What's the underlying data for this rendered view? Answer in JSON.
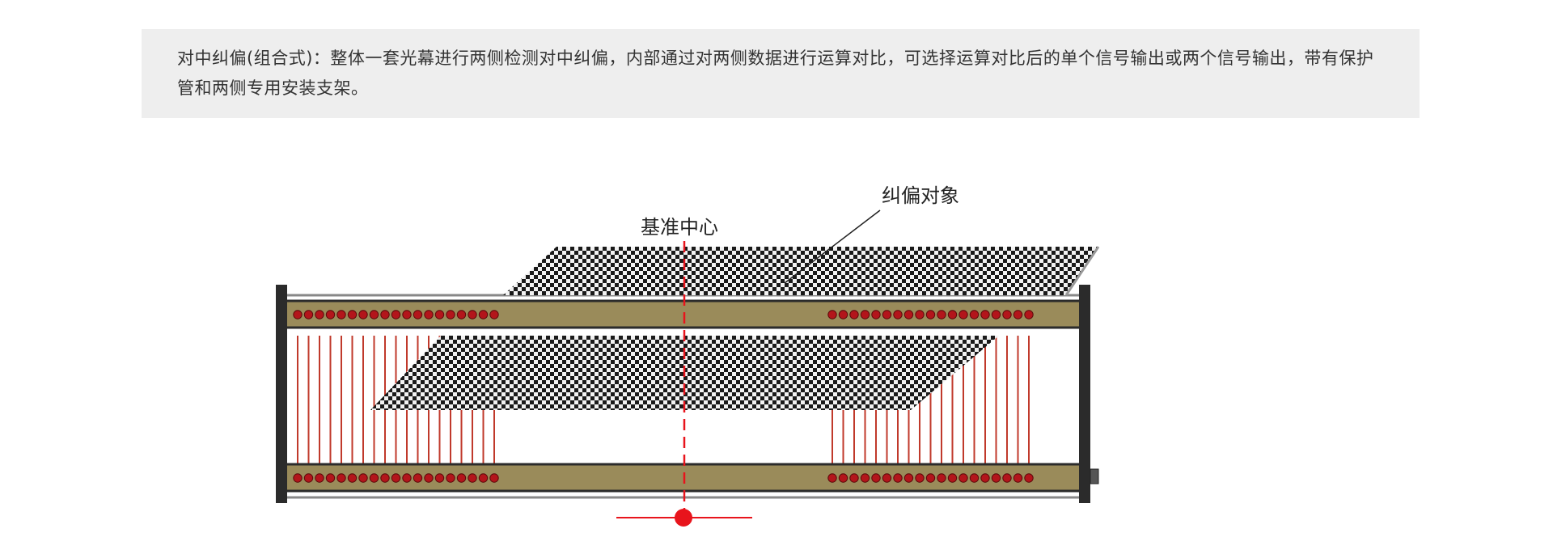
{
  "description": {
    "text": "对中纠偏(组合式)：整体一套光幕进行两侧检测对中纠偏，内部通过对两侧数据进行运算对比，可选择运算对比后的单个信号输出或两个信号输出，带有保护管和两侧专用安装支架。"
  },
  "diagram": {
    "center_label": "基准中心",
    "object_label": "纠偏对象"
  },
  "colors": {
    "box_bg": "#eeeeee",
    "bar_fill": "#9a8b5a",
    "led_red": "#b3151b",
    "beam_red": "#c0392b",
    "frame_dark": "#2b2b2b",
    "center_dot": "#e8141c"
  }
}
